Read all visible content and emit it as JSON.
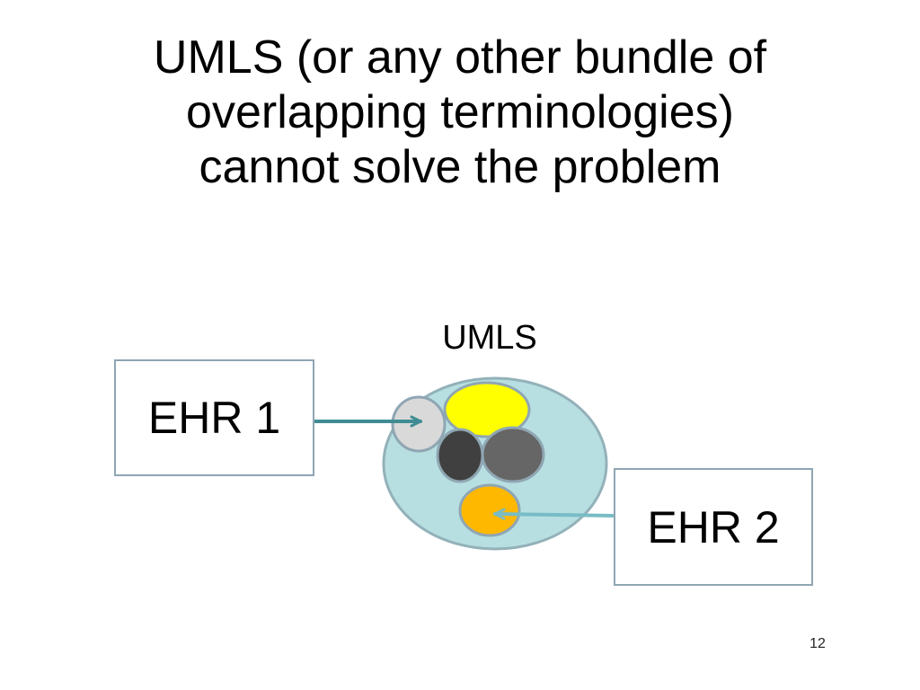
{
  "slide": {
    "title_lines": [
      "UMLS (or any other bundle of",
      "overlapping terminologies)",
      "cannot solve the problem"
    ],
    "page_number": "12"
  },
  "diagram": {
    "umls_label": "UMLS",
    "ehr1_label": "EHR 1",
    "ehr2_label": "EHR 2",
    "colors": {
      "umls_fill": "#b7dfe2",
      "umls_stroke": "#93b1b9",
      "terminology_light_gray": "#d9d9d9",
      "terminology_yellow": "#ffff00",
      "terminology_dark_gray": "#404040",
      "terminology_mid_gray": "#666666",
      "terminology_orange": "#ffb800",
      "arrow_ehr1": "#3f8c94",
      "arrow_ehr2": "#78bcc5",
      "box_border": "#8fa6b3"
    }
  }
}
